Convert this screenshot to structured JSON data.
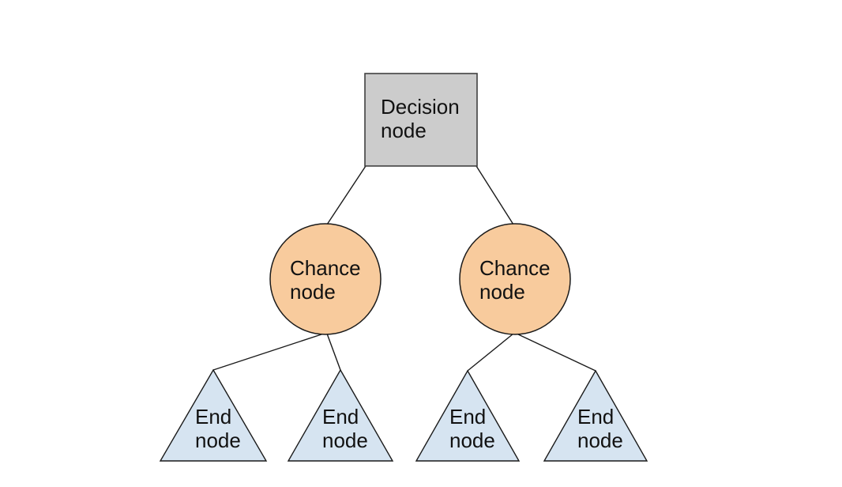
{
  "diagram": {
    "type": "decision-tree",
    "colors": {
      "background": "#ffffff",
      "decision_fill": "#cccccc",
      "decision_stroke": "#404040",
      "chance_fill": "#f8cb9d",
      "chance_stroke": "#1a1a1a",
      "end_fill": "#d6e4f1",
      "end_stroke": "#1a1a1a",
      "edge_stroke": "#1a1a1a",
      "text": "#111111"
    },
    "nodes": {
      "decision": {
        "label": "Decision\nnode",
        "shape": "square"
      },
      "chance_left": {
        "label": "Chance\nnode",
        "shape": "circle"
      },
      "chance_right": {
        "label": "Chance\nnode",
        "shape": "circle"
      },
      "end_1": {
        "label": "End\nnode",
        "shape": "triangle"
      },
      "end_2": {
        "label": "End\nnode",
        "shape": "triangle"
      },
      "end_3": {
        "label": "End\nnode",
        "shape": "triangle"
      },
      "end_4": {
        "label": "End\nnode",
        "shape": "triangle"
      }
    },
    "edges": [
      {
        "from": "decision",
        "to": "chance_left"
      },
      {
        "from": "decision",
        "to": "chance_right"
      },
      {
        "from": "chance_left",
        "to": "end_1"
      },
      {
        "from": "chance_left",
        "to": "end_2"
      },
      {
        "from": "chance_right",
        "to": "end_3"
      },
      {
        "from": "chance_right",
        "to": "end_4"
      }
    ]
  }
}
